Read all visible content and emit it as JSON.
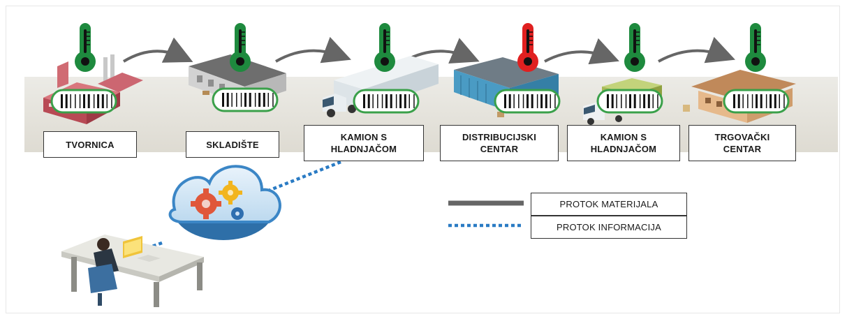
{
  "stages": [
    {
      "label": "TVORNICA",
      "thermometer": "green"
    },
    {
      "label": "SKLADIŠTE",
      "thermometer": "green"
    },
    {
      "label": "KAMION S\nHLADNJAČOM",
      "thermometer": "green"
    },
    {
      "label": "DISTRIBUCIJSKI\nCENTAR",
      "thermometer": "red"
    },
    {
      "label": "KAMION S\nHLADNJAČOM",
      "thermometer": "green"
    },
    {
      "label": "TRGOVAČKI\nCENTAR",
      "thermometer": "green"
    }
  ],
  "legend": {
    "material_flow": "PROTOK MATERIJALA",
    "information_flow": "PROTOK INFORMACIJA"
  },
  "colors": {
    "thermo_ok": "#1e8a3e",
    "thermo_alert": "#e02020",
    "band": "#e7e5df",
    "arrow": "#666666",
    "info_line": "#2a7bc4",
    "cloud": "#3b86c6",
    "barcode_ring": "#3aa04a"
  },
  "icons": {
    "thermometer": "thermometer-icon",
    "barcode": "barcode-tag-icon",
    "cloud": "cloud-gears-icon",
    "workstation": "person-at-computer-icon"
  }
}
